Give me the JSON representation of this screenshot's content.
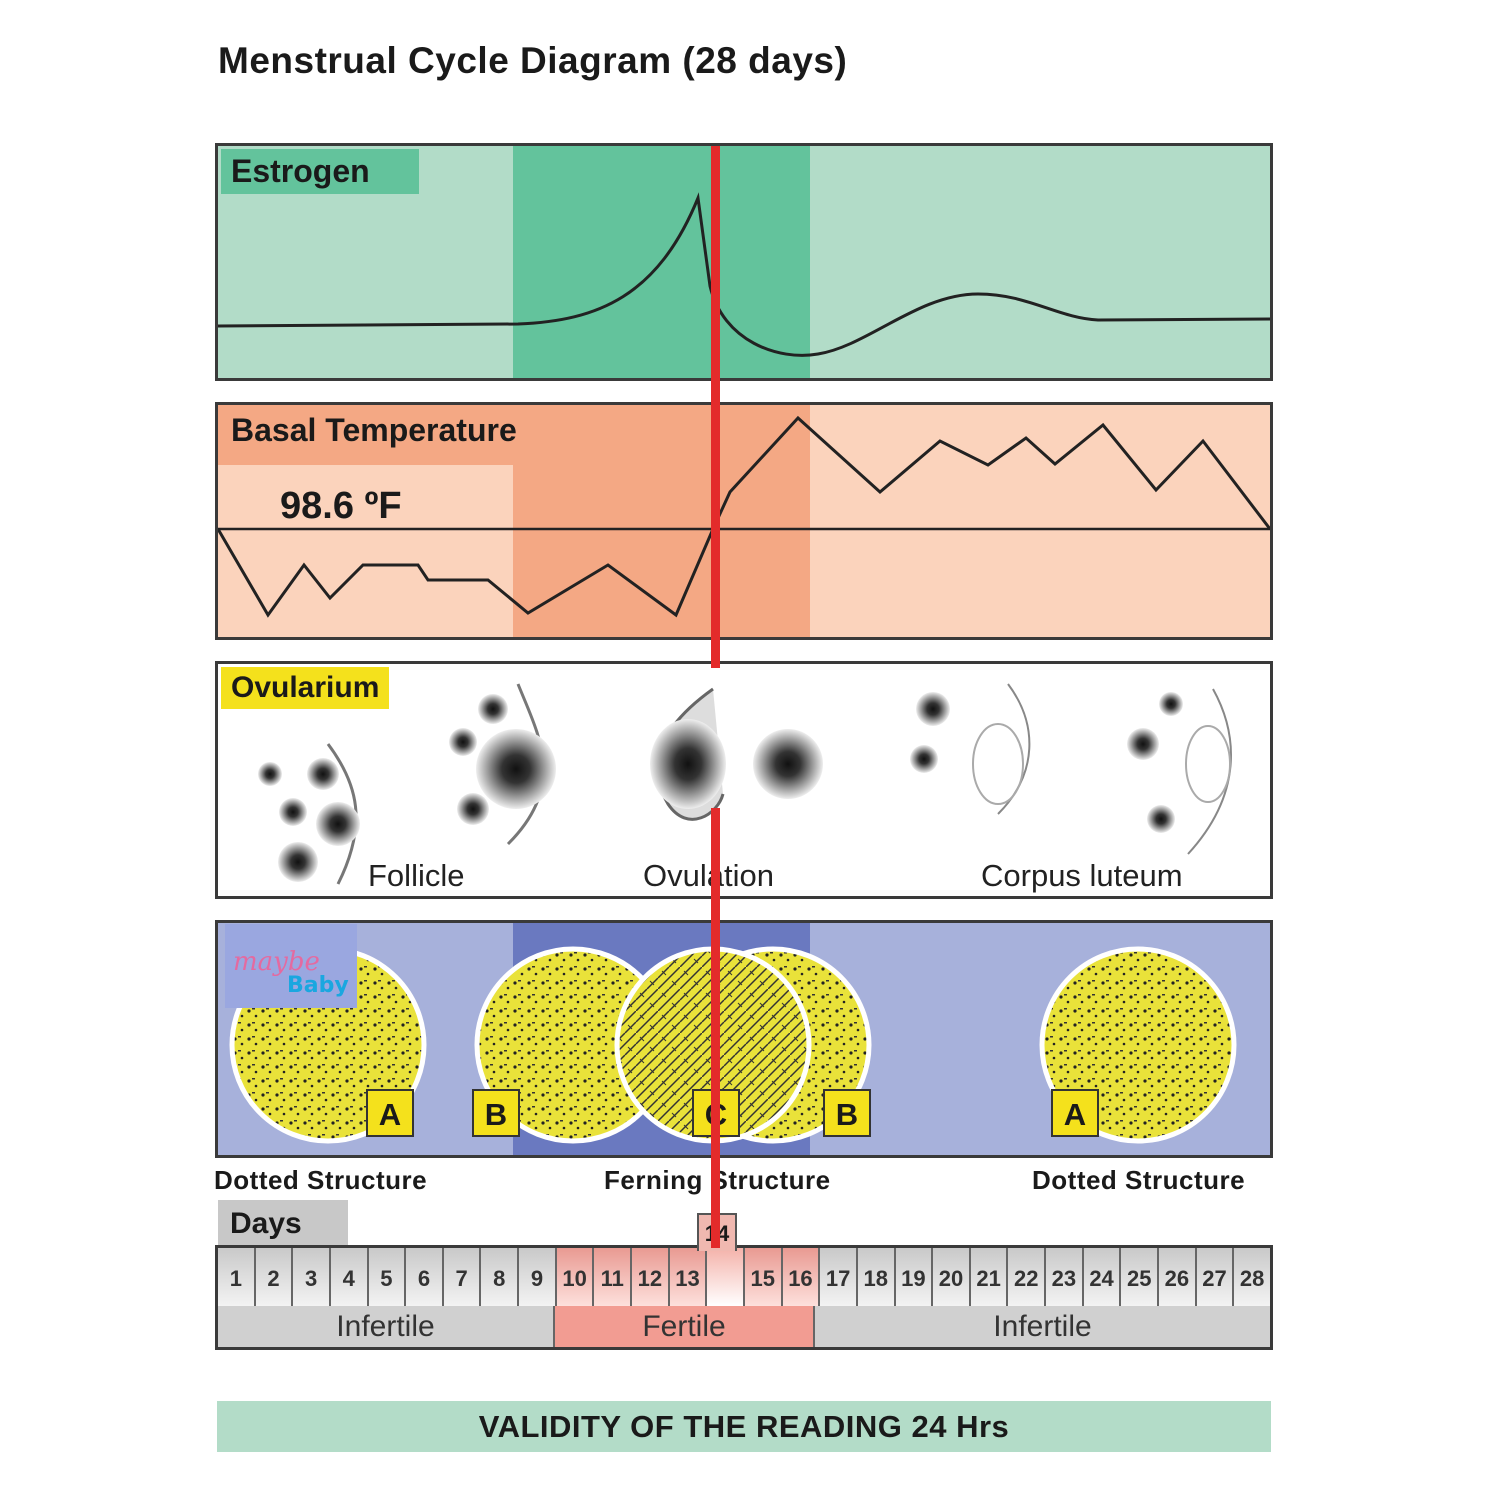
{
  "title": "Menstrual Cycle Diagram (28 days)",
  "colors": {
    "estrogen_light": "#b2dcc8",
    "estrogen_dark": "#63c39c",
    "temp_light": "#fbd3bc",
    "temp_dark": "#f4a884",
    "saliva_light": "#a7b1db",
    "saliva_dark": "#6a79c0",
    "ovulation_line": "#e32b2b",
    "label_yellow": "#f4e11c"
  },
  "estrogen": {
    "label": "Estrogen"
  },
  "basal_temperature": {
    "label": "Basal Temperature",
    "reference": "98.6 ºF"
  },
  "ovularium": {
    "label": "Ovularium",
    "stages": [
      "Follicle",
      "Ovulation",
      "Corpus luteum"
    ]
  },
  "saliva": {
    "logo_text": "maybe Baby",
    "letters": [
      "A",
      "B",
      "C",
      "B",
      "A"
    ],
    "structures": [
      "Dotted Structure",
      "Ferning Structure",
      "Dotted Structure"
    ]
  },
  "days": {
    "label": "Days",
    "numbers": [
      "1",
      "2",
      "3",
      "4",
      "5",
      "6",
      "7",
      "8",
      "9",
      "10",
      "11",
      "12",
      "13",
      "14",
      "15",
      "16",
      "17",
      "18",
      "19",
      "20",
      "21",
      "22",
      "23",
      "24",
      "25",
      "26",
      "27",
      "28"
    ],
    "highlight": "14"
  },
  "phases": [
    "Infertile",
    "Fertile",
    "Infertile"
  ],
  "validity": "VALIDITY OF THE READING 24 Hrs"
}
